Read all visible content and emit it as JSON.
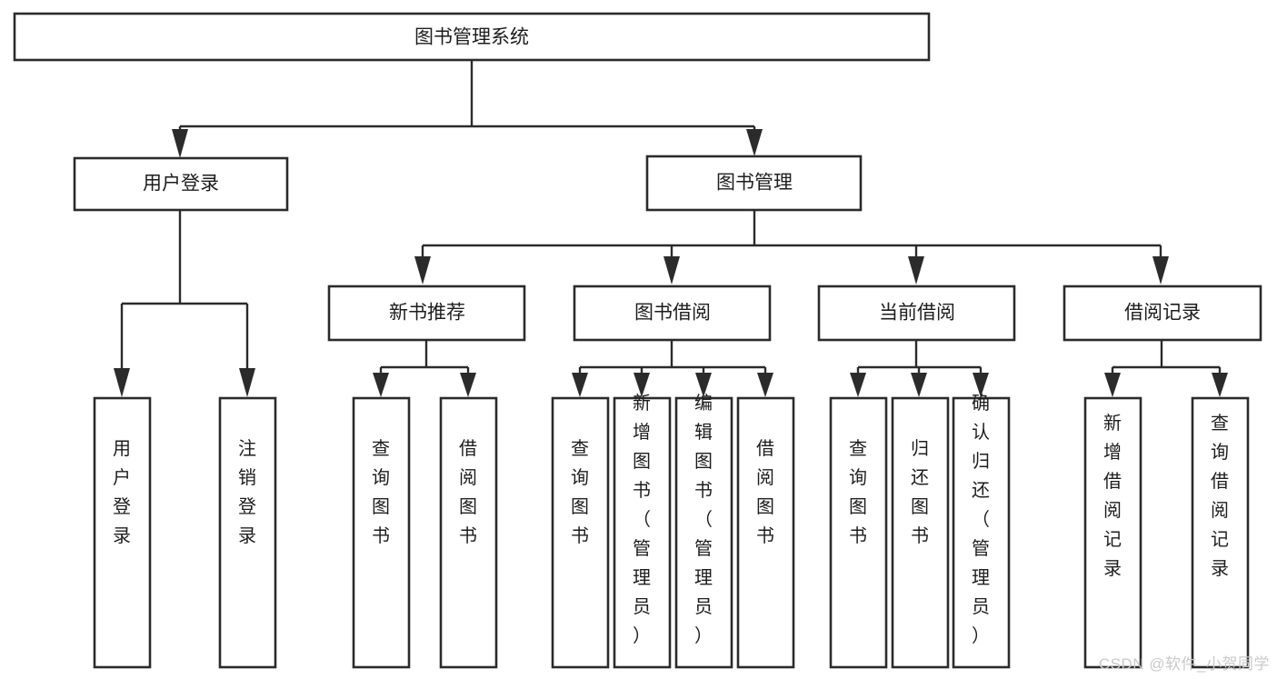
{
  "diagram": {
    "type": "tree-hierarchy",
    "title": "图书管理系统",
    "watermark": "CSDN @软件_小贺同学",
    "orientation": "top-down",
    "levels": 4,
    "nodes": {
      "root": {
        "label": "图书管理系统",
        "level": 0
      },
      "user_login": {
        "label": "用户登录",
        "level": 1
      },
      "book_manage": {
        "label": "图书管理",
        "level": 1
      },
      "new_book_rec": {
        "label": "新书推荐",
        "level": 2
      },
      "book_borrow": {
        "label": "图书借阅",
        "level": 2
      },
      "current_borrow": {
        "label": "当前借阅",
        "level": 2
      },
      "borrow_record": {
        "label": "借阅记录",
        "level": 2
      },
      "leaf_user_login": {
        "label": "用户登录",
        "level": 3
      },
      "leaf_logout": {
        "label": "注销登录",
        "level": 3
      },
      "leaf_query_book_1": {
        "label": "查询图书",
        "level": 3
      },
      "leaf_borrow_book_1": {
        "label": "借阅图书",
        "level": 3
      },
      "leaf_query_book_2": {
        "label": "查询图书",
        "level": 3
      },
      "leaf_add_book": {
        "label": "新增图书（管理员）",
        "level": 3
      },
      "leaf_edit_book": {
        "label": "编辑图书（管理员）",
        "level": 3
      },
      "leaf_borrow_book_2": {
        "label": "借阅图书",
        "level": 3
      },
      "leaf_query_book_3": {
        "label": "查询图书",
        "level": 3
      },
      "leaf_return_book": {
        "label": "归还图书",
        "level": 3
      },
      "leaf_confirm_return": {
        "label": "确认归还（管理员）",
        "level": 3
      },
      "leaf_add_record": {
        "label": "新增借阅记录",
        "level": 3
      },
      "leaf_query_record": {
        "label": "查询借阅记录",
        "level": 3
      }
    },
    "edges": [
      {
        "from": "root",
        "to": "user_login"
      },
      {
        "from": "root",
        "to": "book_manage"
      },
      {
        "from": "user_login",
        "to": "leaf_user_login"
      },
      {
        "from": "user_login",
        "to": "leaf_logout"
      },
      {
        "from": "book_manage",
        "to": "new_book_rec"
      },
      {
        "from": "book_manage",
        "to": "book_borrow"
      },
      {
        "from": "book_manage",
        "to": "current_borrow"
      },
      {
        "from": "book_manage",
        "to": "borrow_record"
      },
      {
        "from": "new_book_rec",
        "to": "leaf_query_book_1"
      },
      {
        "from": "new_book_rec",
        "to": "leaf_borrow_book_1"
      },
      {
        "from": "book_borrow",
        "to": "leaf_query_book_2"
      },
      {
        "from": "book_borrow",
        "to": "leaf_add_book"
      },
      {
        "from": "book_borrow",
        "to": "leaf_edit_book"
      },
      {
        "from": "book_borrow",
        "to": "leaf_borrow_book_2"
      },
      {
        "from": "current_borrow",
        "to": "leaf_query_book_3"
      },
      {
        "from": "current_borrow",
        "to": "leaf_return_book"
      },
      {
        "from": "current_borrow",
        "to": "leaf_confirm_return"
      },
      {
        "from": "borrow_record",
        "to": "leaf_add_record"
      },
      {
        "from": "borrow_record",
        "to": "leaf_query_record"
      }
    ],
    "colors": {
      "box_stroke": "#2b2b2b",
      "box_fill": "#ffffff",
      "text": "#1d1d1d",
      "background": "#ffffff",
      "watermark": "#c9c9c9"
    }
  }
}
